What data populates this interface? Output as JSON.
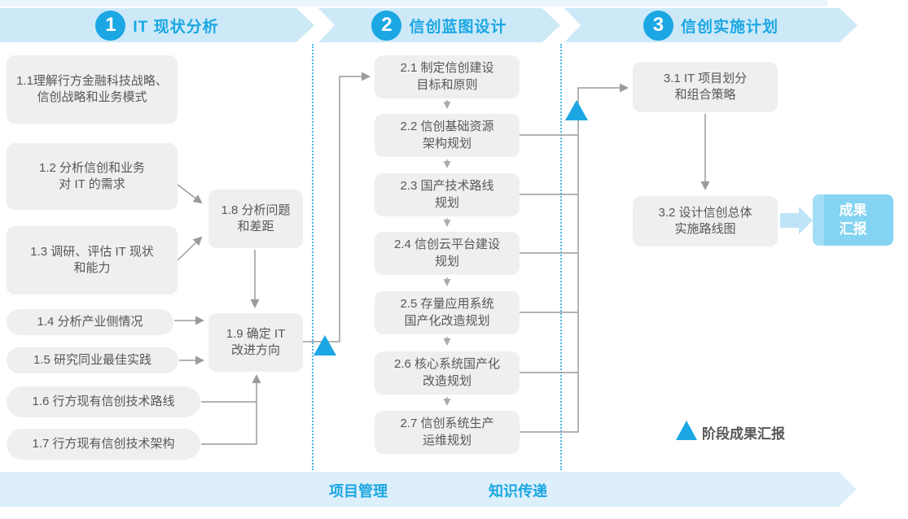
{
  "colors": {
    "accent": "#1BA7E3",
    "band": "#CDE9F8",
    "footer_band": "#DCEFFA",
    "box_bg": "#EFEFEF",
    "box_text": "#595757",
    "connector": "#9B9B9B",
    "dotted_separator": "#45B8E8",
    "result_bg": "#85D3F2",
    "fat_arrow": "#BEE4F8"
  },
  "phases": [
    {
      "number": "1",
      "title": "IT 现状分析"
    },
    {
      "number": "2",
      "title": "信创蓝图设计"
    },
    {
      "number": "3",
      "title": "信创实施计划"
    }
  ],
  "boxes": {
    "b11": "1.1理解行方金融科技战略、\n信创战略和业务模式",
    "b12": "1.2 分析信创和业务\n对 IT 的需求",
    "b13": "1.3 调研、评估 IT 现状\n和能力",
    "b14": "1.4 分析产业侧情况",
    "b15": "1.5 研究同业最佳实践",
    "b16": "1.6 行方现有信创技术路线",
    "b17": "1.7 行方现有信创技术架构",
    "b18": "1.8 分析问题\n和差距",
    "b19": "1.9 确定 IT\n改进方向",
    "b21": "2.1 制定信创建设\n目标和原则",
    "b22": "2.2 信创基础资源\n架构规划",
    "b23": "2.3 国产技术路线\n规划",
    "b24": "2.4 信创云平台建设\n规划",
    "b25": "2.5 存量应用系统\n国产化改造规划",
    "b26": "2.6 核心系统国产化\n改造规划",
    "b27": "2.7 信创系统生产\n运维规划",
    "b31": "3.1 IT 项目划分\n和组合策略",
    "b32": "3.2 设计信创总体\n实施路线图"
  },
  "result_box": "成果\n汇报",
  "legend_label": "阶段成果汇报",
  "footer_labels": {
    "project": "项目管理",
    "knowledge": "知识传递"
  }
}
